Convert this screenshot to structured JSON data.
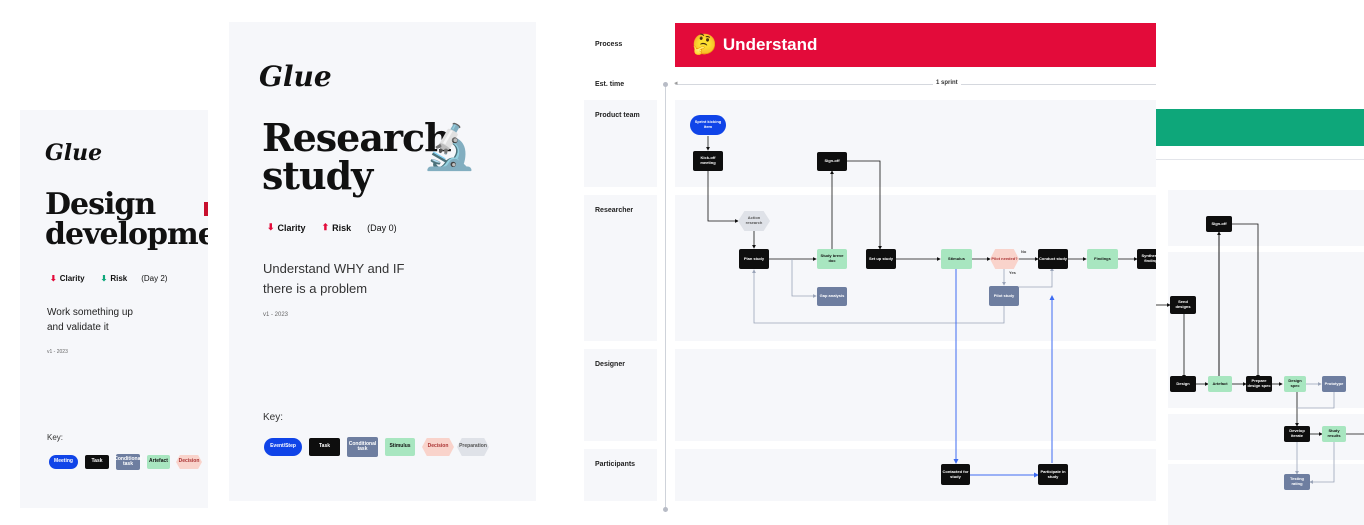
{
  "card_design": {
    "logo": "Glue",
    "title_line1": "Design",
    "title_line2": "development",
    "tag_clarity": "Clarity",
    "tag_risk": "Risk",
    "day": "(Day 2)",
    "desc_line1": "Work something up",
    "desc_line2": "and validate it",
    "version": "v1 - 2023",
    "key_label": "Key:",
    "key_items": [
      "Meeting",
      "Task",
      "Conditional task",
      "Artefact",
      "Decision"
    ]
  },
  "card_research": {
    "logo": "Glue",
    "title_line1": "Research",
    "title_line2": "study",
    "emoji": "🔬",
    "tag_clarity": "Clarity",
    "tag_risk": "Risk",
    "day": "(Day 0)",
    "desc_line1": "Understand WHY and IF",
    "desc_line2": "there is a problem",
    "version": "v1 - 2023",
    "key_label": "Key:",
    "key_items": [
      "Event/Step",
      "Task",
      "Conditional task",
      "Stimulus",
      "Decision",
      "Preparation"
    ]
  },
  "board": {
    "process_label": "Process",
    "est_time_label": "Est. time",
    "phase_emoji": "🤔",
    "phase_title": "Understand",
    "sprint_label": "1 sprint",
    "lanes": [
      "Product team",
      "Researcher",
      "Designer",
      "Participants"
    ],
    "nodes": {
      "sprint_kickoff": "Sprint kicking item",
      "kickoff_meeting": "Kick-off meeting",
      "signoff": "Sign-off",
      "action_research": "Action research",
      "plan_study": "Plan study",
      "study_brief": "Study breve doc",
      "gap_analysis": "Gap analysis",
      "setup_study": "Set up study",
      "stimulus": "Stimulus",
      "pilot_needed": "Pilot needed?",
      "conduct_study": "Conduct study",
      "findings": "Findings",
      "synthesise": "Synthesise findings",
      "pilot_study": "Pilot study",
      "contacted": "Contacted for study",
      "participate": "Participate in study",
      "no_label": "No",
      "yes_label": "Yes"
    }
  },
  "board_right": {
    "nodes": {
      "signoff": "Sign-off",
      "send_designs": "Send designs",
      "design": "Design",
      "artefact": "Artefact",
      "prepare_design_spec": "Prepare design spec",
      "design_spec": "Design spec",
      "prototype": "Prototype",
      "develop_iterate": "Develop iterate",
      "study_results": "Study results",
      "testing_rounds": "Testing rating"
    }
  },
  "colors": {
    "accent_red": "#e30b3a",
    "accent_green": "#0ea77a",
    "meeting_blue": "#1044e8",
    "task_black": "#0e0e0e",
    "conditional_gray": "#6e7ea0",
    "artefact_green": "#a8e6c0",
    "decision_pink": "#f9d3cb",
    "clarity_arrow_red": "#e30b3a",
    "risk_arrow_green": "#0ea77a"
  }
}
